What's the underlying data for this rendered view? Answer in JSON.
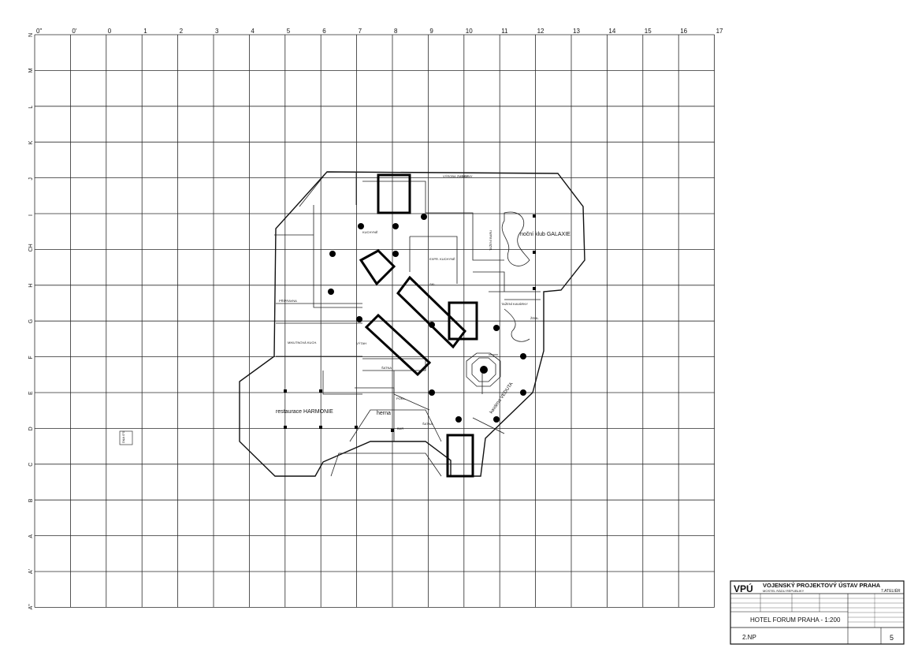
{
  "sheet": {
    "title": "HOTEL FORUM PRAHA - 1:200",
    "floor": "2.NP",
    "sheet_number": "5"
  },
  "grid": {
    "columns": [
      "0\"",
      "0'",
      "0",
      "1",
      "2",
      "3",
      "4",
      "5",
      "6",
      "7",
      "8",
      "9",
      "10",
      "11",
      "12",
      "13",
      "14",
      "15",
      "16",
      "17"
    ],
    "rows": [
      "N",
      "M",
      "L",
      "K",
      "J",
      "I",
      "CH",
      "H",
      "G",
      "F",
      "E",
      "D",
      "C",
      "B",
      "A",
      "A'",
      "A\""
    ]
  },
  "rooms": [
    {
      "label": "noční klub GALAXIE"
    },
    {
      "label": "restaurace HARMONIE"
    },
    {
      "label": "herna"
    },
    {
      "label": "kavárna VEDUTA"
    },
    {
      "label": "TAŽENÍ KAVÁRNY"
    },
    {
      "label": "TAŽENÍ BARU"
    },
    {
      "label": "EXPR. KUCHYNĚ"
    },
    {
      "label": "MIKUTNOVÁ KUCH."
    },
    {
      "label": "PŘÍPRAVNA"
    },
    {
      "label": "KUCHYNĚ"
    },
    {
      "label": "SKL."
    },
    {
      "label": "BAR"
    },
    {
      "label": "ŠATNA"
    },
    {
      "label": "VÝTAH"
    },
    {
      "label": "VÝROBA ZMRZLINY"
    },
    {
      "label": "DEP"
    },
    {
      "label": "ŽEHL."
    },
    {
      "label": "ŠATNA"
    },
    {
      "label": "POKL."
    }
  ],
  "title_block": {
    "org_name": "VOJENSKÝ PROJEKTOVÝ ÚSTAV PRAHA",
    "org_sub": "MOSTEL RÁDU REPUBLIKY",
    "atelier": "7.ATELIÉR",
    "logo": "VPÚ"
  },
  "stamp": {
    "text": "D&A 0\"0"
  }
}
